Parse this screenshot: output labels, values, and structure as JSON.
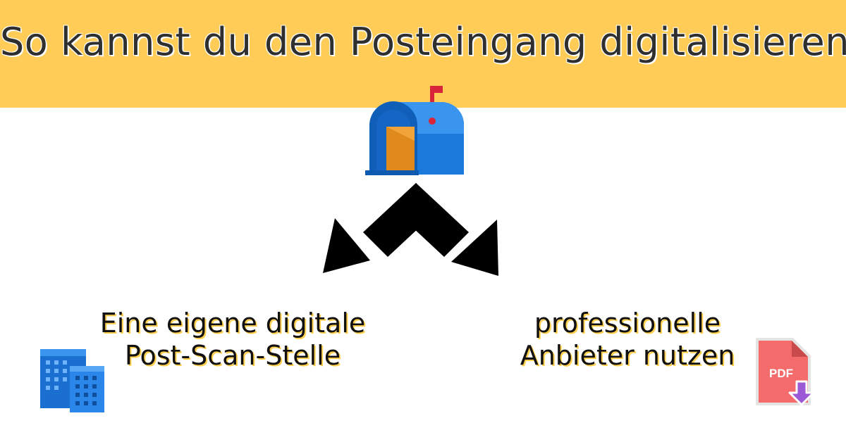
{
  "title": "So kannst du den Posteingang digitalisieren",
  "options": {
    "left": {
      "line1": "Eine eigene digitale",
      "line2": "Post-Scan-Stelle"
    },
    "right": {
      "line1": "professionelle",
      "line2": "Anbieter nutzen"
    }
  },
  "pdf_icon": {
    "text": "PDF"
  },
  "colors": {
    "banner": "#ffcd57",
    "title_text": "#2f2f2f",
    "label_shadow": "#ffd04d",
    "arrow": "#000000",
    "mailbox_blue": "#1b7ad9",
    "pdf_red": "#f36b6b",
    "pdf_arrow": "#9b59d6"
  },
  "icons": [
    "mailbox-icon",
    "office-buildings-icon",
    "pdf-download-icon"
  ]
}
